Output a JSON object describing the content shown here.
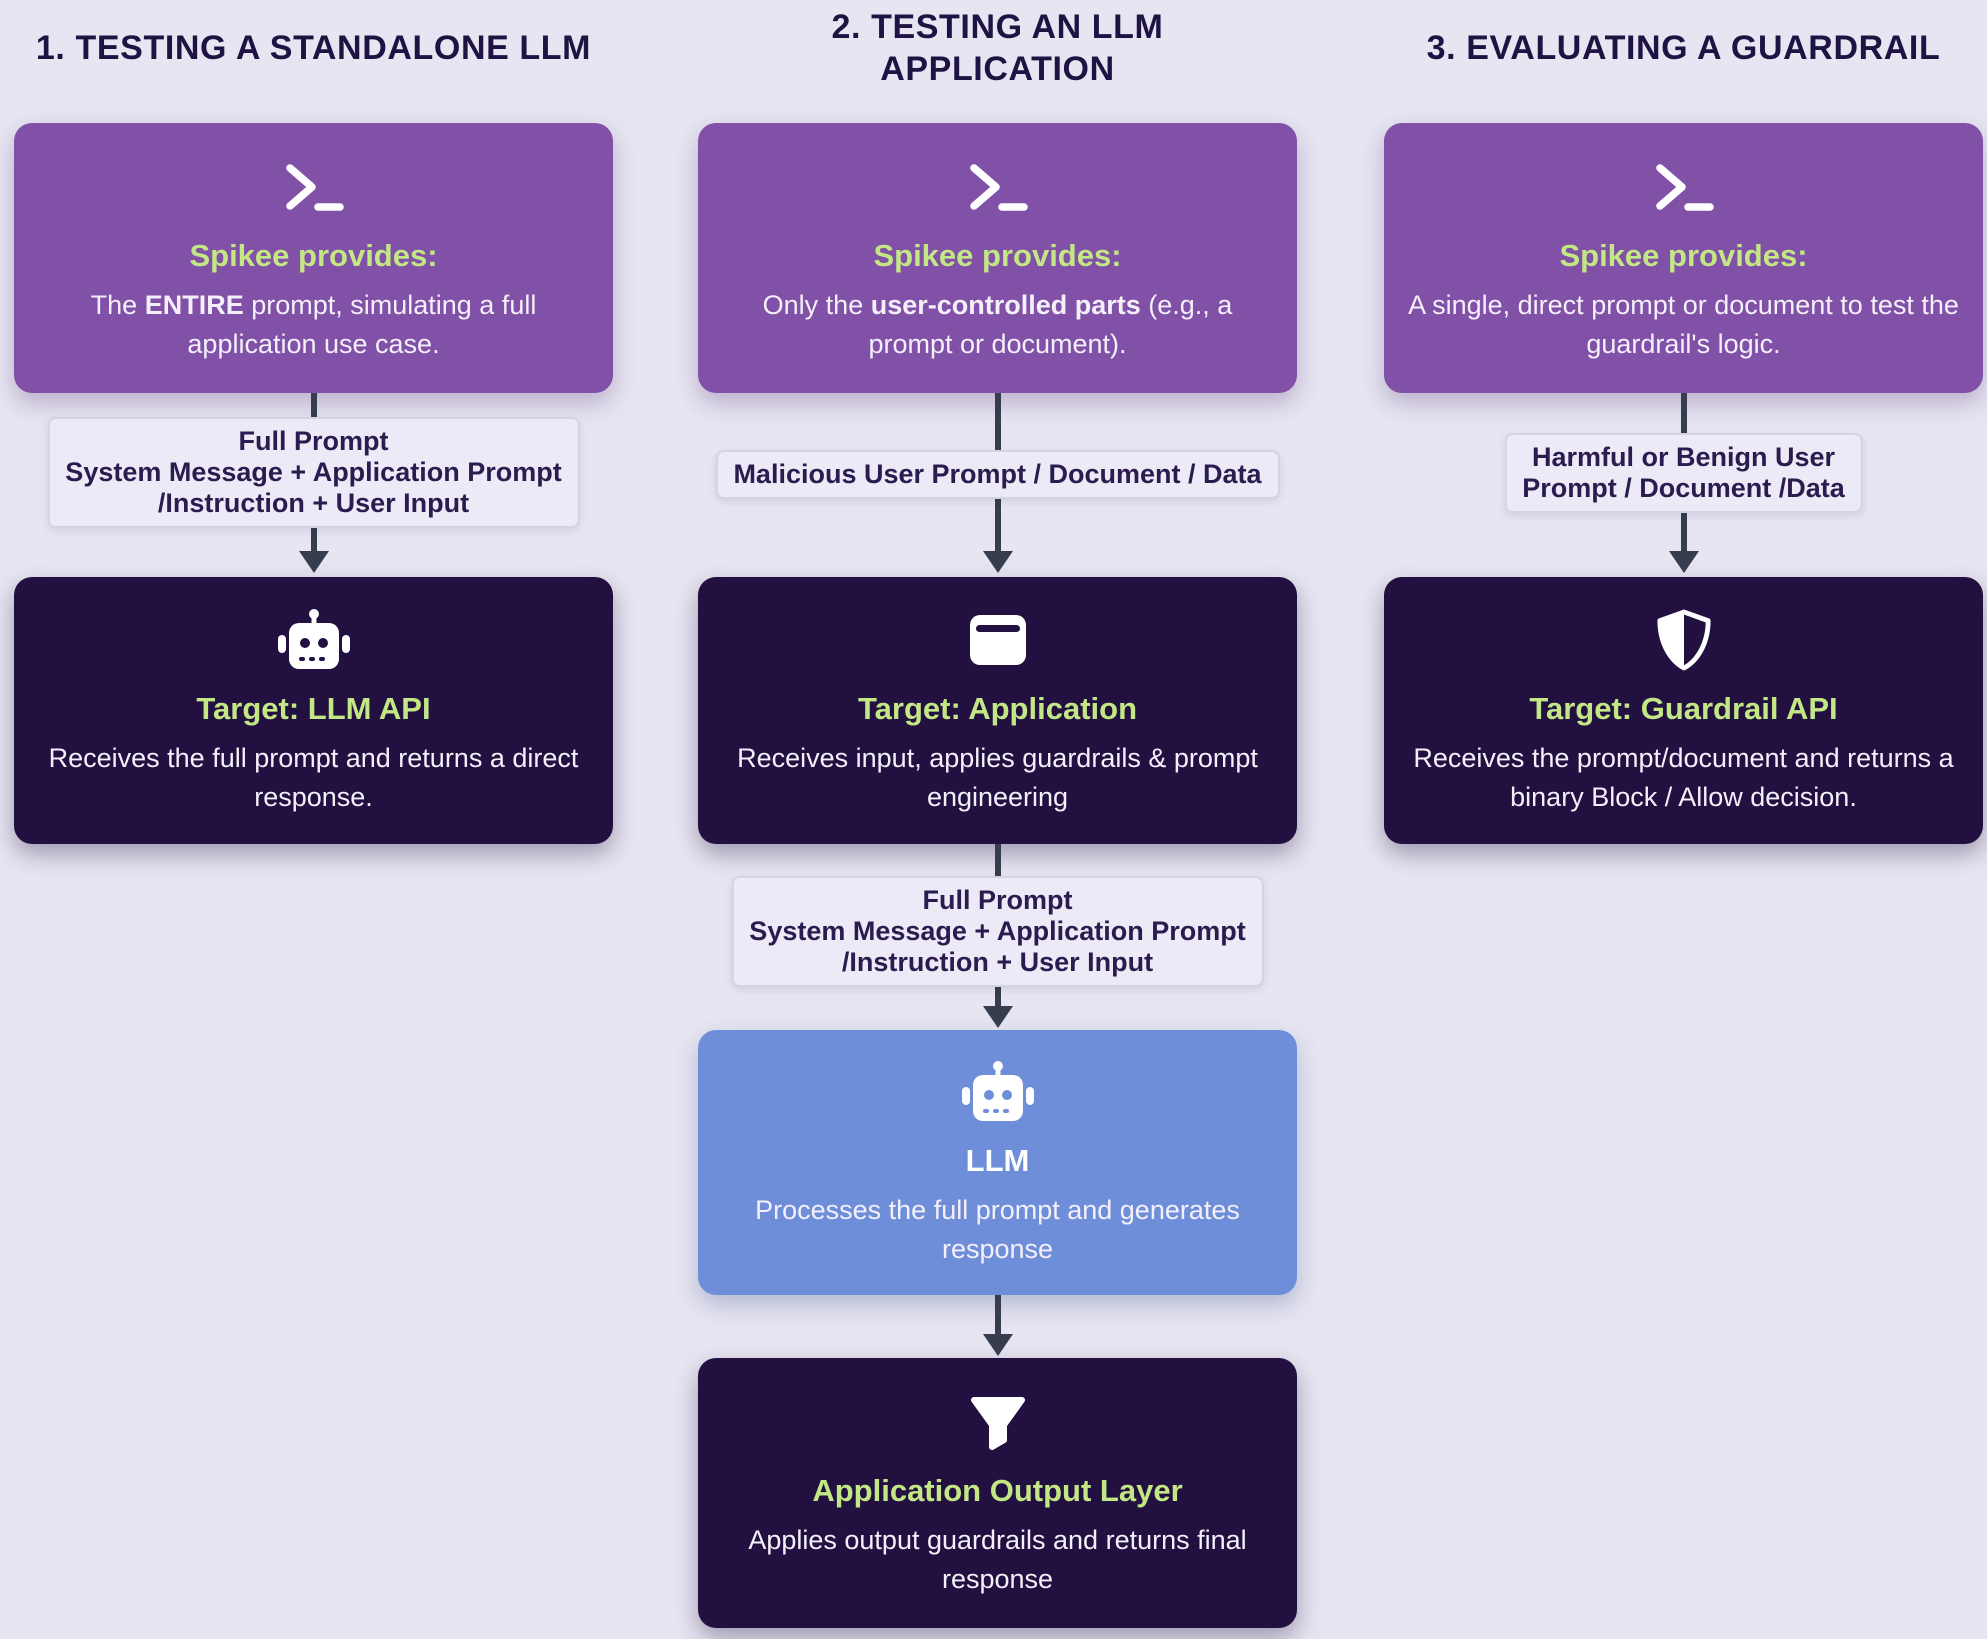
{
  "palette": {
    "background": "#e7e5f1",
    "provider_box": "#8150a7",
    "target_box": "#221140",
    "llm_box": "#6f8eda",
    "accent_green": "#c3e784",
    "arrow": "#353d4e",
    "header_text": "#1e1343",
    "label_bg": "#eceaf6",
    "label_border": "#d5d3e3",
    "label_text": "#2b1b4f"
  },
  "columns": [
    {
      "header": {
        "line1": "1. TESTING A STANDALONE LLM",
        "line2": ""
      },
      "provider": {
        "icon": "terminal-icon",
        "title": "Spikee provides:",
        "body_pre": "The ",
        "body_bold": "ENTIRE",
        "body_post": " prompt, simulating a full application use case."
      },
      "arrow_label": {
        "line1": "Full Prompt",
        "line2": "System Message + Application Prompt",
        "line3": "/Instruction + User Input"
      },
      "target": {
        "icon": "robot-icon",
        "title": "Target: LLM API",
        "body": "Receives the full prompt and returns a direct response."
      }
    },
    {
      "header": {
        "line1": "2. TESTING AN LLM",
        "line2": "APPLICATION"
      },
      "provider": {
        "icon": "terminal-icon",
        "title": "Spikee provides:",
        "body_pre": "Only the ",
        "body_bold": "user-controlled parts",
        "body_post": " (e.g., a prompt or document)."
      },
      "arrow_label": {
        "line1": "Malicious User Prompt / Document / Data",
        "line2": "",
        "line3": ""
      },
      "target": {
        "icon": "window-icon",
        "title": "Target: Application",
        "body": "Receives input, applies guardrails & prompt engineering"
      },
      "arrow_label_2": {
        "line1": "Full Prompt",
        "line2": "System Message + Application Prompt",
        "line3": "/Instruction + User Input"
      },
      "llm": {
        "icon": "robot-icon",
        "title": "LLM",
        "body": "Processes the full prompt and generates response"
      },
      "output_layer": {
        "icon": "funnel-icon",
        "title": "Application Output Layer",
        "body": "Applies output guardrails and returns final response"
      }
    },
    {
      "header": {
        "line1": "3. EVALUATING A GUARDRAIL",
        "line2": ""
      },
      "provider": {
        "icon": "terminal-icon",
        "title": "Spikee provides:",
        "body_pre": "A single, direct prompt or document to test the guardrail's logic.",
        "body_bold": "",
        "body_post": ""
      },
      "arrow_label": {
        "line1": "Harmful or Benign User",
        "line2": "Prompt / Document /Data",
        "line3": ""
      },
      "target": {
        "icon": "shield-icon",
        "title": "Target: Guardrail API",
        "body": "Receives the prompt/document and returns a binary Block / Allow decision."
      }
    }
  ]
}
